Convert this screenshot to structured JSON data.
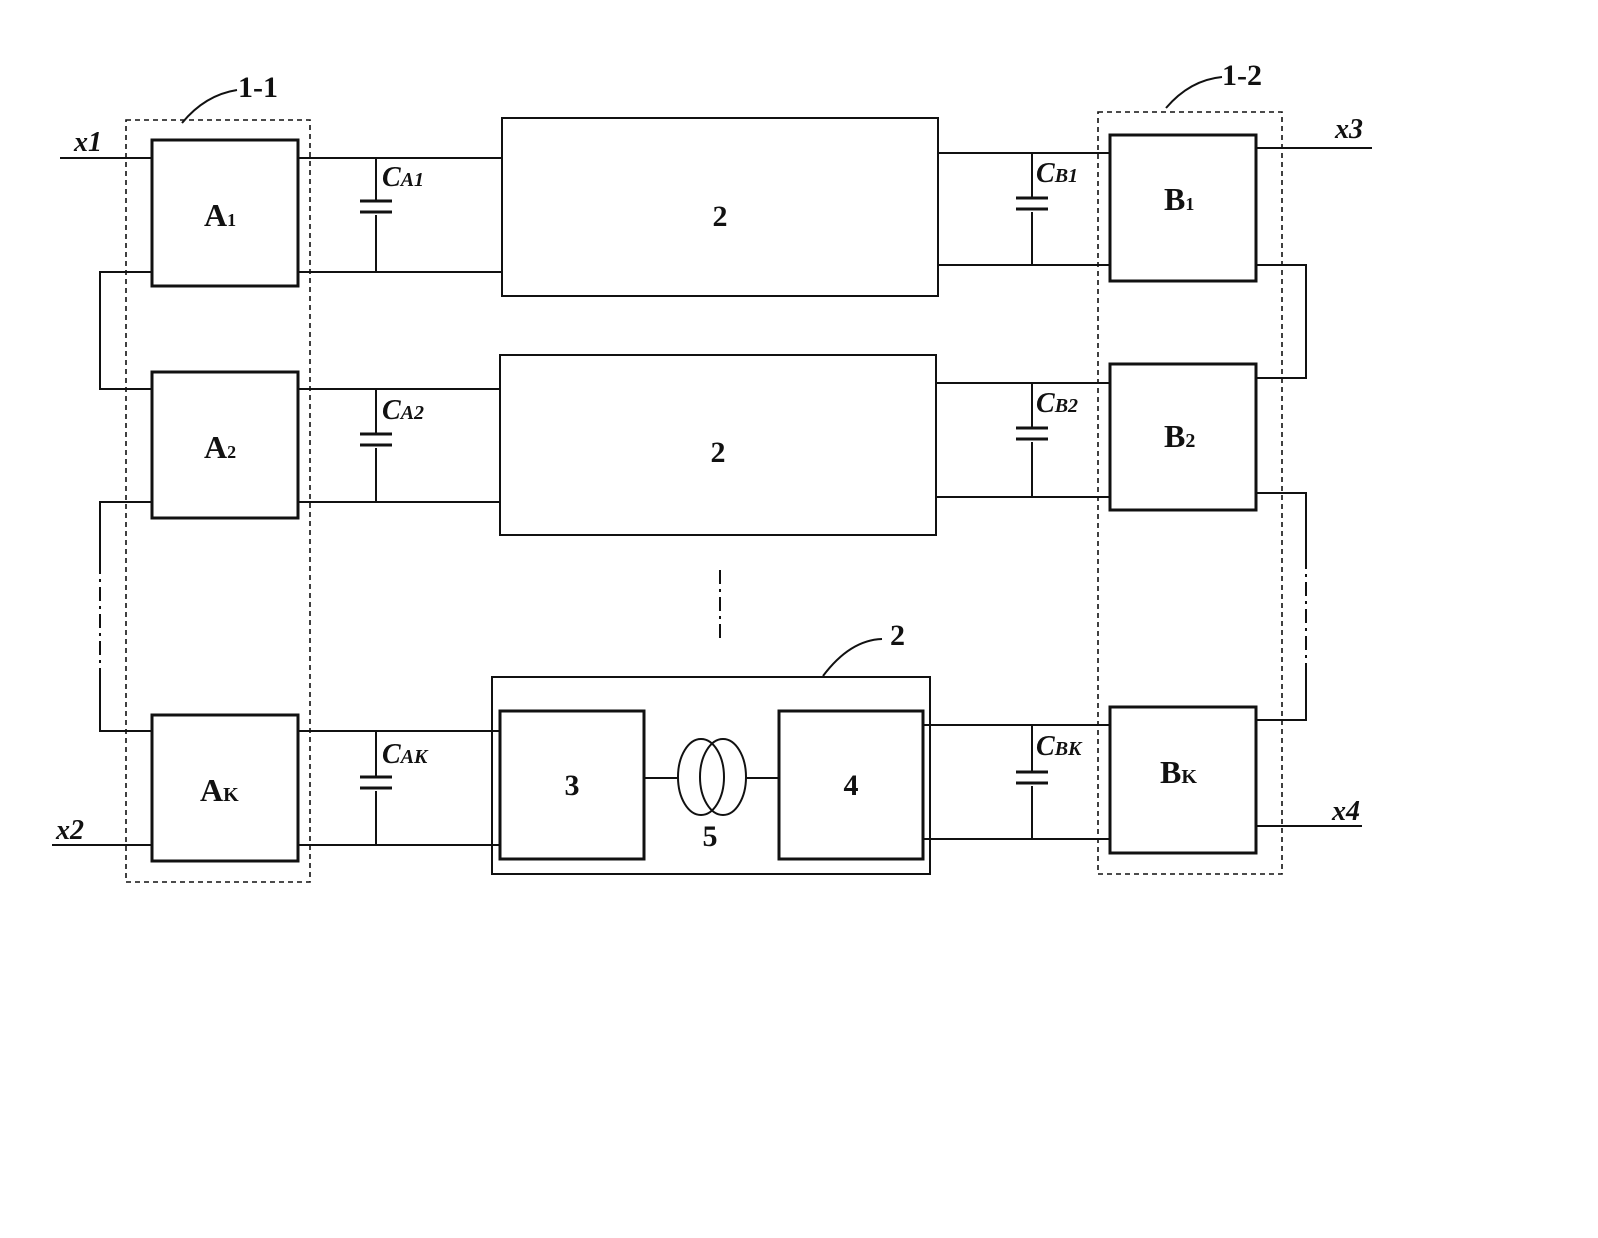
{
  "group_labels": {
    "left": "1-1",
    "right": "1-2",
    "module": "2"
  },
  "terminals": {
    "x1": "x1",
    "x2": "x2",
    "x3": "x3",
    "x4": "x4"
  },
  "blocks_a": [
    {
      "main": "A",
      "sub": "1"
    },
    {
      "main": "A",
      "sub": "2"
    },
    {
      "main": "A",
      "sub": "K"
    }
  ],
  "blocks_b": [
    {
      "main": "B",
      "sub": "1"
    },
    {
      "main": "B",
      "sub": "2"
    },
    {
      "main": "B",
      "sub": "K"
    }
  ],
  "capacitors_a": [
    {
      "main": "C",
      "sub": "A1"
    },
    {
      "main": "C",
      "sub": "A2"
    },
    {
      "main": "C",
      "sub": "AK"
    }
  ],
  "capacitors_b": [
    {
      "main": "C",
      "sub": "B1"
    },
    {
      "main": "C",
      "sub": "B2"
    },
    {
      "main": "C",
      "sub": "BK"
    }
  ],
  "modules": {
    "row1": "2",
    "row2": "2"
  },
  "inner": {
    "converter_left": "3",
    "converter_right": "4",
    "transformer": "5"
  }
}
